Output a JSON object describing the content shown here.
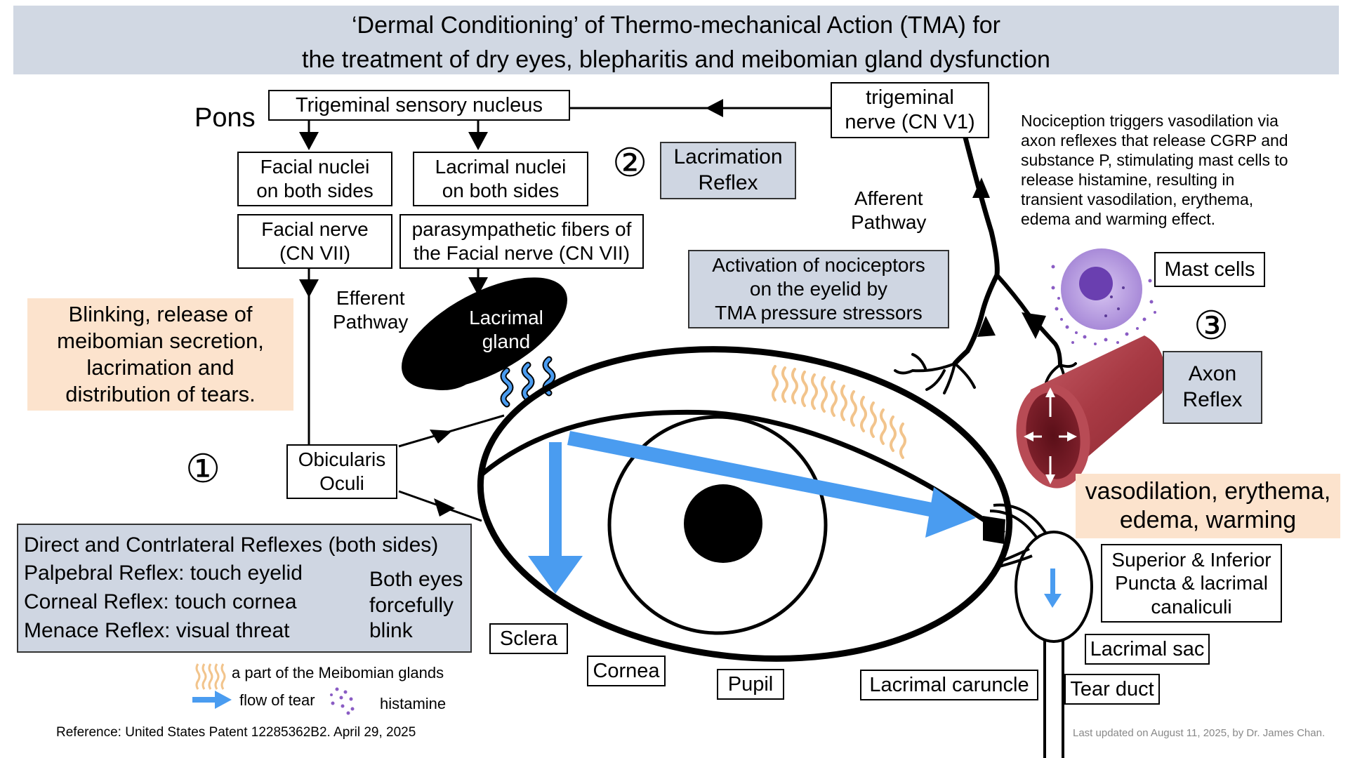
{
  "title": {
    "line1": "‘Dermal Conditioning’ of Thermo-mechanical Action (TMA) for",
    "line2": "the treatment of dry eyes, blepharitis and meibomian gland dysfunction"
  },
  "pons_label": "Pons",
  "boxes": {
    "trigeminal_nucleus": "Trigeminal sensory nucleus",
    "trigeminal_nerve": [
      "trigeminal",
      "nerve (CN V1)"
    ],
    "facial_nuclei": [
      "Facial nuclei",
      "on both sides"
    ],
    "lacrimal_nuclei": [
      "Lacrimal nuclei",
      "on both sides"
    ],
    "facial_nerve": [
      "Facial nerve",
      "(CN VII)"
    ],
    "parasympathetic": [
      "parasympathetic fibers of",
      "the Facial nerve (CN VII)"
    ],
    "obicularis": [
      "Obicularis",
      "Oculi"
    ]
  },
  "circled_numbers": {
    "one": "①",
    "two": "②",
    "three": "③"
  },
  "lacrimation_reflex": [
    "Lacrimation",
    "Reflex"
  ],
  "axon_reflex": [
    "Axon",
    "Reflex"
  ],
  "efferent_pathway": [
    "Efferent",
    "Pathway"
  ],
  "afferent_pathway": [
    "Afferent",
    "Pathway"
  ],
  "lacrimal_gland": [
    "Lacrimal",
    "gland"
  ],
  "activation_box": [
    "Activation of nociceptors",
    "on the eyelid by",
    "TMA pressure stressors"
  ],
  "nociception_text": [
    "Nociception triggers vasodilation via",
    "axon reflexes that release CGRP and",
    "substance P, stimulating mast cells to",
    "release histamine, resulting in",
    "transient vasodilation, erythema,",
    "edema and warming effect."
  ],
  "mast_cells": "Mast cells",
  "blinking_box": [
    "Blinking, release of",
    "meibomian secretion,",
    "lacrimation and",
    "distribution of tears."
  ],
  "vasodilation_box": [
    "vasodilation, erythema,",
    "edema, warming"
  ],
  "reflexes": {
    "header": "Direct and Contrlateral Reflexes (both sides)",
    "rows": [
      "Palpebral Reflex: touch eyelid",
      "Corneal Reflex: touch cornea",
      "Menace Reflex: visual threat"
    ],
    "result": [
      "Both eyes",
      "forcefully",
      "blink"
    ]
  },
  "eye_labels": {
    "sclera": "Sclera",
    "cornea": "Cornea",
    "pupil": "Pupil",
    "caruncle": "Lacrimal caruncle",
    "puncta": [
      "Superior & Inferior",
      "Puncta & lacrimal",
      "canaliculi"
    ],
    "lacrimal_sac": "Lacrimal sac",
    "tear_duct": "Tear duct"
  },
  "legend": {
    "meibomian": "a part of the Meibomian glands",
    "flow": "flow of tear",
    "histamine": "histamine"
  },
  "reference": "Reference: United States Patent 12285362B2. April 29, 2025",
  "updated": "Last updated on August 11, 2025, by Dr. James Chan.",
  "colors": {
    "title_bg": "#d1d8e3",
    "gray_box": "#cfd6e2",
    "peach_box": "#fce3cd",
    "tear_blue": "#4a9cf0",
    "meibomian": "#f2c48c",
    "histamine": "#8a5cc4",
    "vessel": "#a83a44"
  },
  "icons": [
    "down-arrow-icon",
    "left-arrow-icon",
    "up-arrow-icon",
    "brace-icon",
    "wavy-line-icon",
    "mast-cell-icon",
    "blood-vessel-icon",
    "nerve-branch-icon"
  ]
}
